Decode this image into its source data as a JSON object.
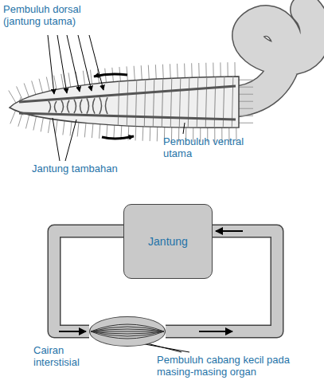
{
  "diagram": {
    "nodes": [
      {
        "text": [
          "Jantung"
        ]
      },
      {
        "text": [
          "Pembuluh cabang kecil pada masing-masing organ"
        ]
      }
    ],
    "edges": [
      {
        "from": 0,
        "to": 1,
        "arrow": "to"
      },
      {
        "from": 1,
        "to": 0,
        "arrow": "to"
      }
    ],
    "labels": [
      "Pembuluh dorsal (jantung utama)",
      "Jantung tambahan",
      "Pembuluh ventral utama",
      "Cairan interstisial"
    ]
  }
}
